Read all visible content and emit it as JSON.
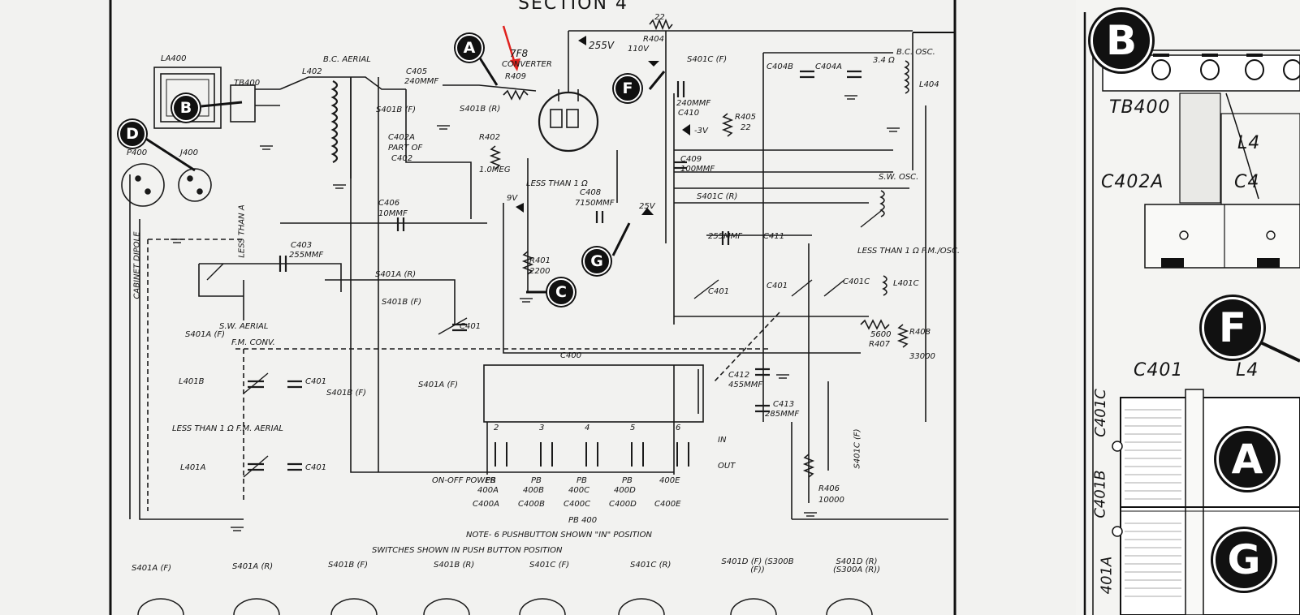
{
  "schematic": {
    "section_title": "SECTION 4",
    "callouts": [
      "A",
      "B",
      "C",
      "D",
      "F",
      "G"
    ],
    "components": {
      "la400": "LA400",
      "tb400": "TB400",
      "l402": "L402",
      "bc_aerial": "B.C. AERIAL",
      "c405": "C405",
      "c405_val": "240MMF",
      "s401b_f": "S401B (F)",
      "s401b_r": "S401B (R)",
      "tube": "7F8",
      "converter": "CONVERTER",
      "r409": "R409",
      "v255": "255V",
      "v110": "110V",
      "r22": "22",
      "r404": "R404",
      "s401c_f": "S401C (F)",
      "c410": "C410",
      "c410_val": "240MMF",
      "v_minus3": "-3V",
      "r405": "R405",
      "r405_val": "22",
      "c404b": "C404B",
      "c404a": "C404A",
      "bc_osc": "B.C. OSC.",
      "l404": "L404",
      "l404_val": "3.4 Ω",
      "j400": "J400",
      "p400": "P400",
      "c402a": "C402A",
      "part_of": "PART OF",
      "c402": "C402",
      "r402": "R402",
      "r402_val": "1.0MEG",
      "c406": "C406",
      "c406_val": "10MMF",
      "less_than": "LESS THAN 1 Ω",
      "c408": "C408",
      "c408_val": "7150MMF",
      "v9": "9V",
      "v25": "25V",
      "c409": "C409",
      "c409_val": "100MMF",
      "s401c_r": "S401C (R)",
      "sw_osc": "S.W. OSC.",
      "c403": "C403",
      "c403_val": "255MMF",
      "s401a_r": "S401A (R)",
      "r401": "R401",
      "r401_val": "2200",
      "c411": "C411",
      "c411_val": "255MMF",
      "c401": "C401",
      "less_than_fm_osc": "LESS THAN 1 Ω  F.M./OSC.",
      "c401c": "C401C",
      "l401c": "L401C",
      "cabinet_dipole": "CABINET DIPOLE",
      "less_than_a": "LESS THAN A",
      "sw_aerial": "S.W. AERIAL",
      "s401a_f": "S401A (F)",
      "fm_conv": "F.M. CONV.",
      "r407": "R407",
      "r407_val": "5600",
      "r408": "R408",
      "r408_val": "33000",
      "c412": "C412",
      "c412_val": "455MMF",
      "c413": "C413",
      "c413_val": "285MMF",
      "l401b": "L401B",
      "s401b_f2": "S401B (F)",
      "c400": "C400",
      "less_than_fm_aerial": "LESS THAN 1 Ω  F.M. AERIAL",
      "l401a": "L401A",
      "on_off_power": "ON-OFF POWER",
      "pb": "PB",
      "in": "IN",
      "out": "OUT",
      "r406": "R406",
      "r406_val": "10000",
      "s401c_f2": "S401C (F)",
      "pb400": "PB 400",
      "note": "NOTE- 6 PUSHBUTTON SHOWN \"IN\" POSITION",
      "switches_shown": "SWITCHES SHOWN IN PUSH BUTTON POSITION",
      "sw_labels": [
        "S401A (F)",
        "S401A (R)",
        "S401B (F)",
        "S401B (R)",
        "S401C (F)",
        "S401C (R)",
        "S401D (F) (S300B (F))",
        "S401D (R) (S300A (R))"
      ],
      "pb_caps": [
        "C400A",
        "C400B",
        "C400C",
        "C400D",
        "C400E"
      ],
      "pb_nums": [
        "2",
        "3",
        "4",
        "5",
        "6"
      ],
      "pb_names": [
        "400A",
        "400B",
        "400C",
        "400D",
        "400E"
      ]
    },
    "pointer_color": "#e0221e"
  },
  "layout_view": {
    "callouts": [
      "B",
      "F",
      "A",
      "G"
    ],
    "labels": {
      "tb400": "TB400",
      "c402a": "C402A",
      "c40_partial": "C4",
      "l4_partial": "L4",
      "c401": "C401",
      "l4_partial2": "L4",
      "c401c": "C401C",
      "c401b": "C401B",
      "c401a": "401A"
    }
  }
}
